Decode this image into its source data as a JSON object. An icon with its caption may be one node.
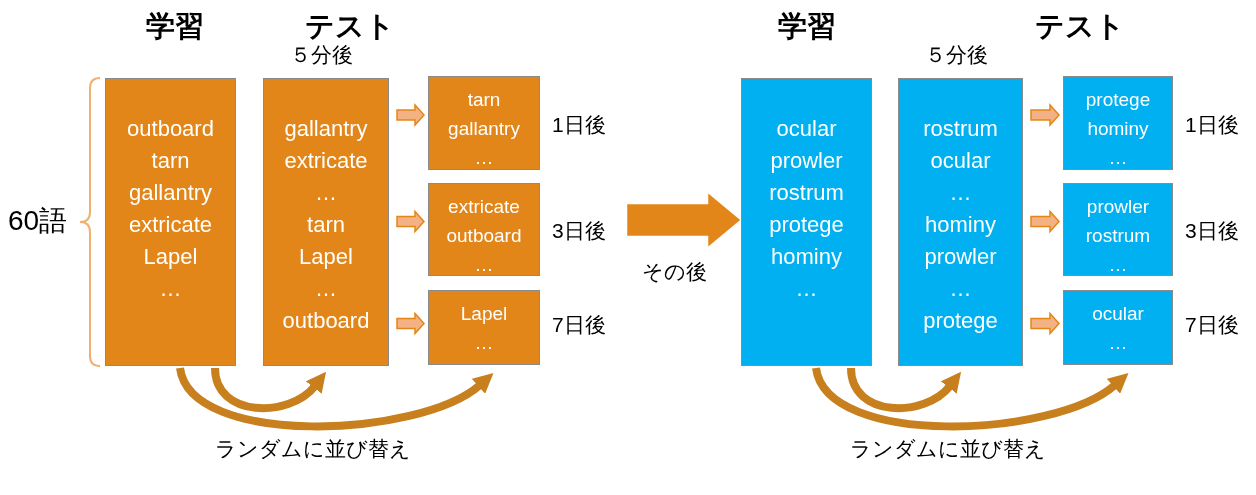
{
  "diagram": {
    "nodes": [
      {
        "text": [
          "outboard",
          "tarn",
          "gallantry",
          "extricate",
          "Lapel",
          "…"
        ]
      },
      {
        "text": [
          "gallantry",
          "extricate",
          "…",
          "tarn",
          "Lapel",
          "…",
          "outboard"
        ],
        "beside": [
          "５分後"
        ]
      },
      {
        "text": [
          "tarn",
          "gallantry",
          "…"
        ],
        "beside": [
          "1日後"
        ]
      },
      {
        "text": [
          "extricate",
          "outboard",
          "…"
        ],
        "beside": [
          "3日後"
        ]
      },
      {
        "text": [
          "Lapel",
          "…"
        ],
        "beside": [
          "7日後"
        ]
      },
      {
        "text": [
          "ocular",
          "prowler",
          "rostrum",
          "protege",
          "hominy",
          "…"
        ]
      },
      {
        "text": [
          "rostrum",
          "ocular",
          "…",
          "hominy",
          "prowler",
          "…",
          "protege"
        ],
        "beside": [
          "５分後"
        ]
      },
      {
        "text": [
          "protege",
          "hominy",
          "…"
        ],
        "beside": [
          "1日後"
        ]
      },
      {
        "text": [
          "prowler",
          "rostrum",
          "…"
        ],
        "beside": [
          "3日後"
        ]
      },
      {
        "text": [
          "ocular",
          "…"
        ],
        "beside": [
          "7日後"
        ]
      }
    ],
    "edges": [
      {
        "from": 1,
        "to": 2,
        "arrow": "to"
      },
      {
        "from": 1,
        "to": 3,
        "arrow": "to"
      },
      {
        "from": 1,
        "to": 4,
        "arrow": "to"
      },
      {
        "from": null,
        "to": 5,
        "arrow": "to",
        "label": "その後",
        "color": "#e3861a"
      },
      {
        "from": 6,
        "to": 7,
        "arrow": "to"
      },
      {
        "from": 6,
        "to": 8,
        "arrow": "to"
      },
      {
        "from": 6,
        "to": 9,
        "arrow": "to"
      },
      {
        "from": 0,
        "to": 1,
        "arrow": "to",
        "color": "#c8801f"
      },
      {
        "from": 0,
        "to": 4,
        "arrow": "to",
        "color": "#c8801f"
      },
      {
        "from": 5,
        "to": 6,
        "arrow": "to",
        "color": "#c8801f"
      },
      {
        "from": 5,
        "to": 9,
        "arrow": "to",
        "color": "#c8801f"
      }
    ],
    "labels": [
      "学習",
      "テスト",
      "学習",
      "テスト",
      "60語",
      "ランダムに並び替え",
      "ランダムに並び替え"
    ]
  }
}
